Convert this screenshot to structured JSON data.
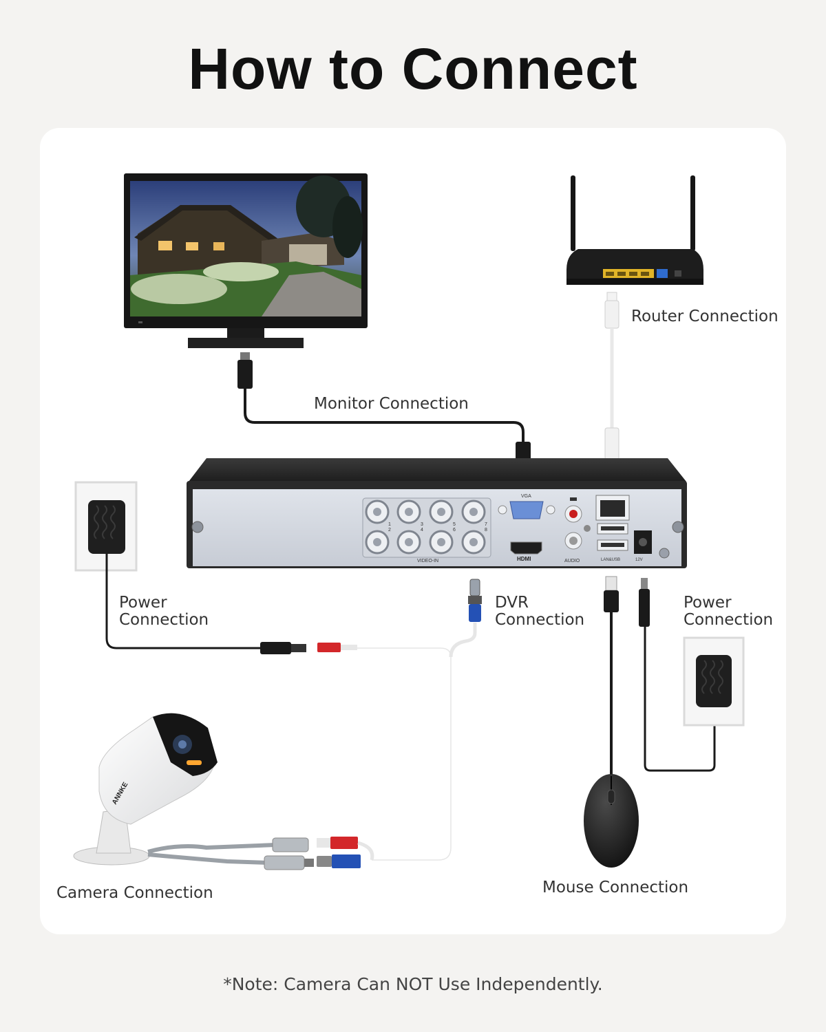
{
  "title": "How to Connect",
  "labels": {
    "router": "Router Connection",
    "monitor": "Monitor Connection",
    "power_left_line1": "Power",
    "power_left_line2": "Connection",
    "dvr_line1": "DVR",
    "dvr_line2": "Connection",
    "power_right_line1": "Power",
    "power_right_line2": "Connection",
    "camera": "Camera Connection",
    "mouse": "Mouse Connection"
  },
  "dvr_panel": {
    "vga": "VGA",
    "video_in": "VIDEO-IN",
    "hdmi": "HDMI",
    "audio": "AUDIO",
    "lan_usb": "LAN&USB",
    "power": "12V",
    "channel_numbers": [
      "1",
      "2",
      "3",
      "4",
      "5",
      "6",
      "7",
      "8"
    ]
  },
  "camera_brand": "ANNKE",
  "note": "*Note: Camera Can NOT Use Independently."
}
